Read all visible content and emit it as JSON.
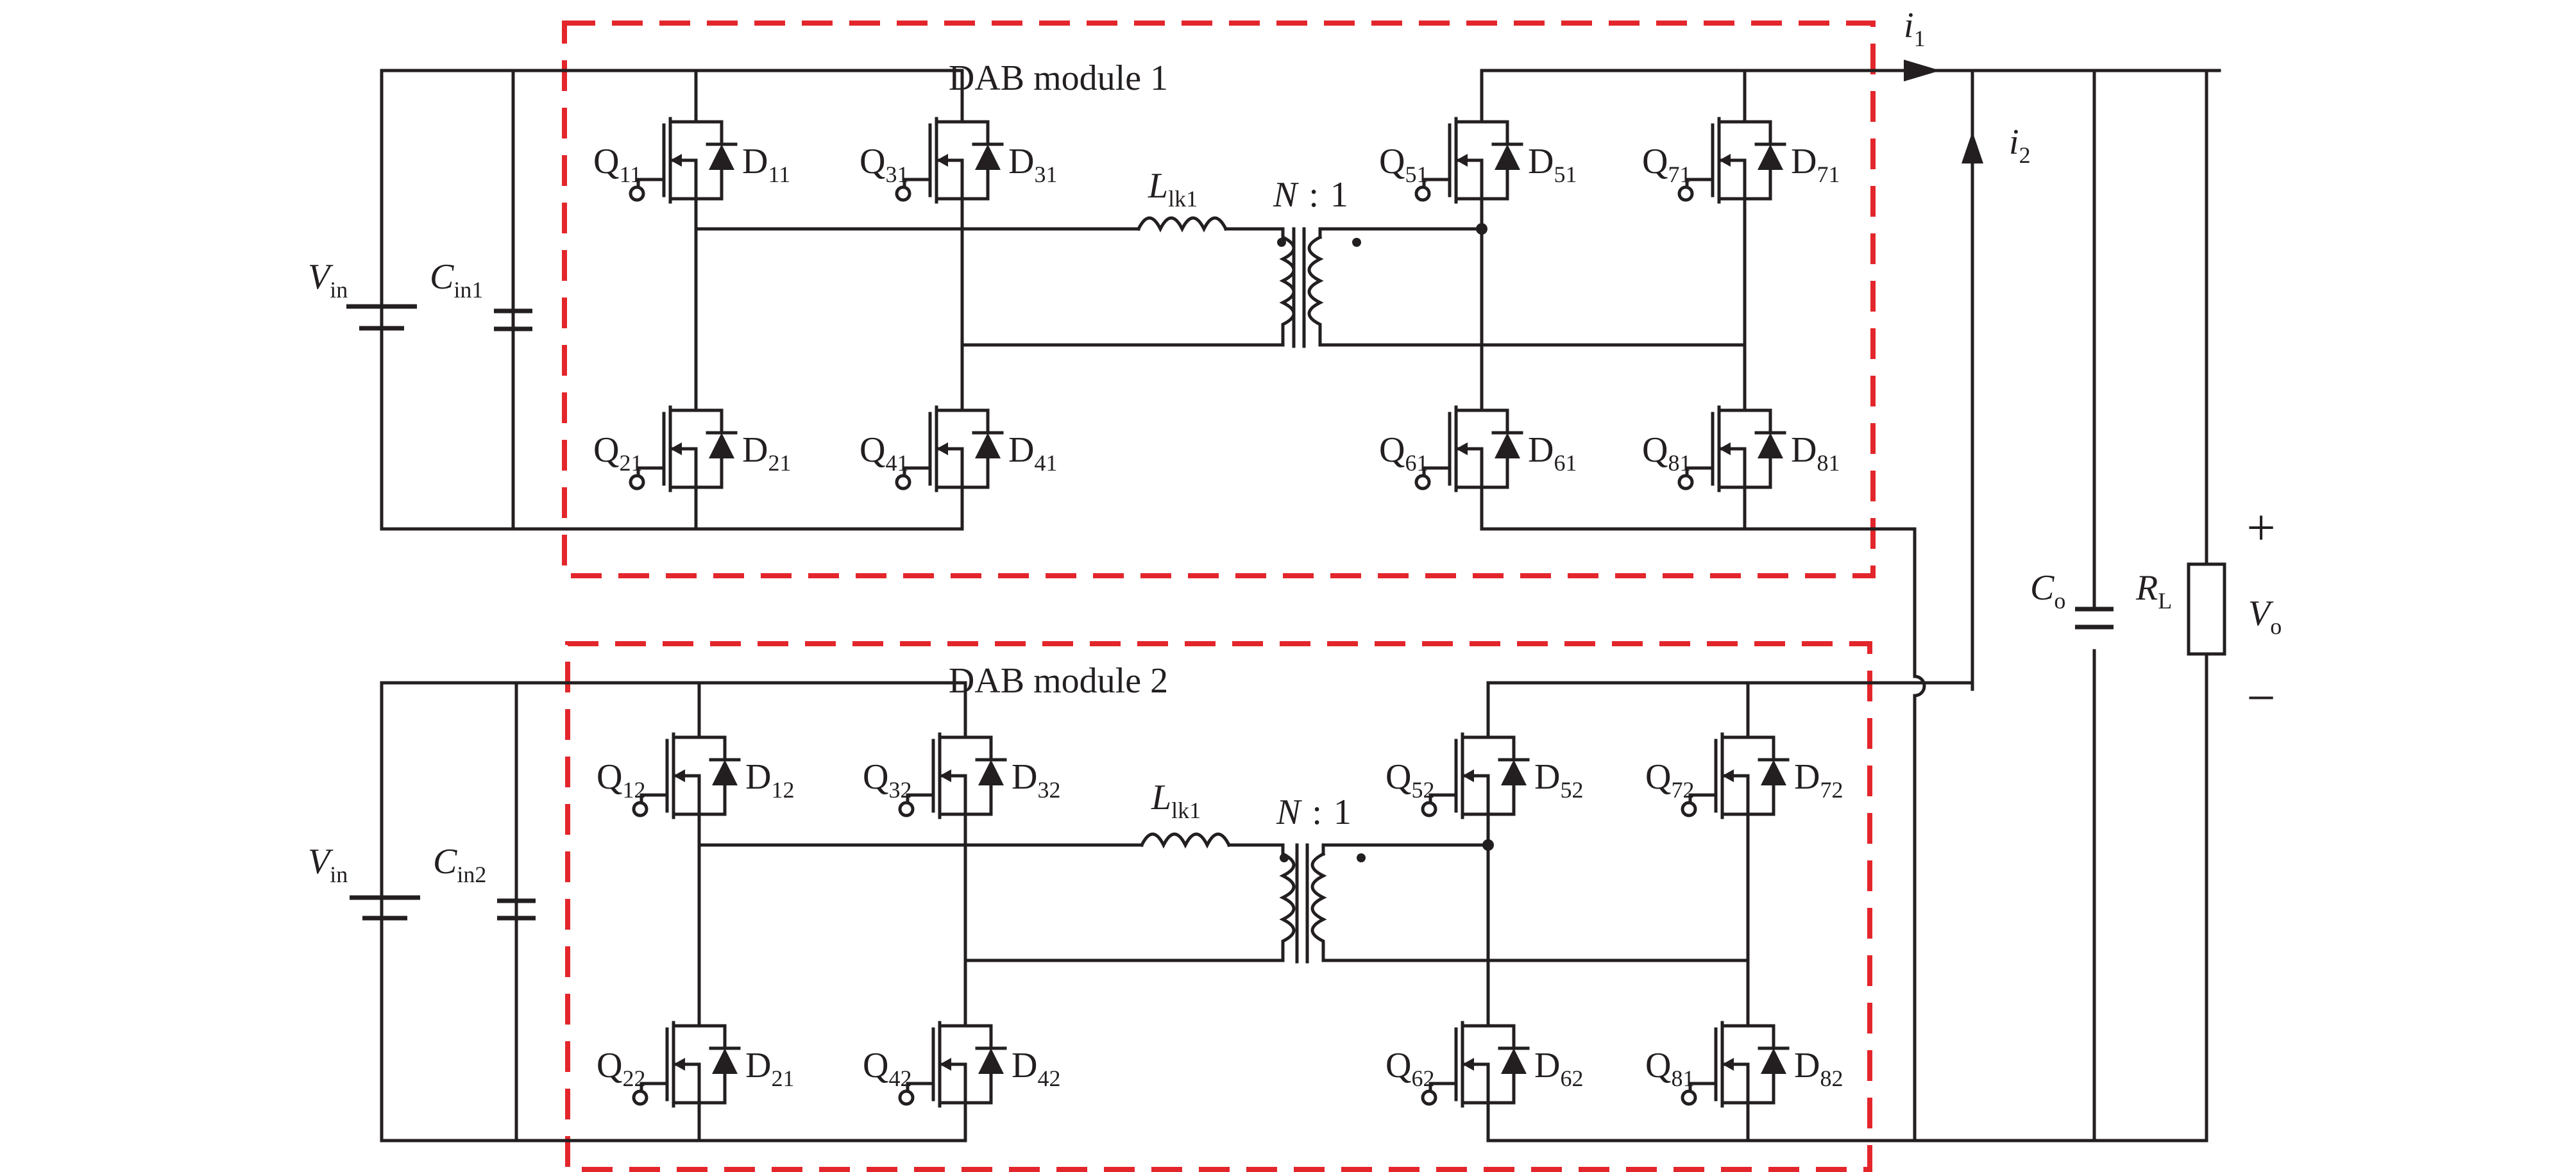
{
  "colors": {
    "wire": "#231f20",
    "module_border": "#e3262b",
    "background": "#ffffff"
  },
  "modules": [
    {
      "title": "DAB module 1",
      "source": {
        "symbol": "V",
        "sub": "in"
      },
      "input_cap": {
        "symbol": "C",
        "sub": "in1"
      },
      "inductor": {
        "symbol": "L",
        "sub": "lk1"
      },
      "ratio": {
        "n": "N",
        "sep": ":",
        "one": "1"
      },
      "switches": [
        {
          "q": "Q",
          "qs": "11",
          "d": "D",
          "ds": "11"
        },
        {
          "q": "Q",
          "qs": "31",
          "d": "D",
          "ds": "31"
        },
        {
          "q": "Q",
          "qs": "21",
          "d": "D",
          "ds": "21"
        },
        {
          "q": "Q",
          "qs": "41",
          "d": "D",
          "ds": "41"
        },
        {
          "q": "Q",
          "qs": "51",
          "d": "D",
          "ds": "51"
        },
        {
          "q": "Q",
          "qs": "71",
          "d": "D",
          "ds": "71"
        },
        {
          "q": "Q",
          "qs": "61",
          "d": "D",
          "ds": "61"
        },
        {
          "q": "Q",
          "qs": "81",
          "d": "D",
          "ds": "81"
        }
      ]
    },
    {
      "title": "DAB module 2",
      "source": {
        "symbol": "V",
        "sub": "in"
      },
      "input_cap": {
        "symbol": "C",
        "sub": "in2"
      },
      "inductor": {
        "symbol": "L",
        "sub": "lk1"
      },
      "ratio": {
        "n": "N",
        "sep": ":",
        "one": "1"
      },
      "switches": [
        {
          "q": "Q",
          "qs": "12",
          "d": "D",
          "ds": "12"
        },
        {
          "q": "Q",
          "qs": "32",
          "d": "D",
          "ds": "32"
        },
        {
          "q": "Q",
          "qs": "22",
          "d": "D",
          "ds": "21"
        },
        {
          "q": "Q",
          "qs": "42",
          "d": "D",
          "ds": "42"
        },
        {
          "q": "Q",
          "qs": "52",
          "d": "D",
          "ds": "52"
        },
        {
          "q": "Q",
          "qs": "72",
          "d": "D",
          "ds": "72"
        },
        {
          "q": "Q",
          "qs": "62",
          "d": "D",
          "ds": "62"
        },
        {
          "q": "Q",
          "qs": "81",
          "d": "D",
          "ds": "82"
        }
      ]
    }
  ],
  "output": {
    "i1": {
      "symbol": "i",
      "sub": "1"
    },
    "i2": {
      "symbol": "i",
      "sub": "2"
    },
    "cap": {
      "symbol": "C",
      "sub": "o"
    },
    "load": {
      "symbol": "R",
      "sub": "L"
    },
    "voltage": {
      "symbol": "V",
      "sub": "o"
    },
    "plus": "+",
    "minus": "−"
  }
}
